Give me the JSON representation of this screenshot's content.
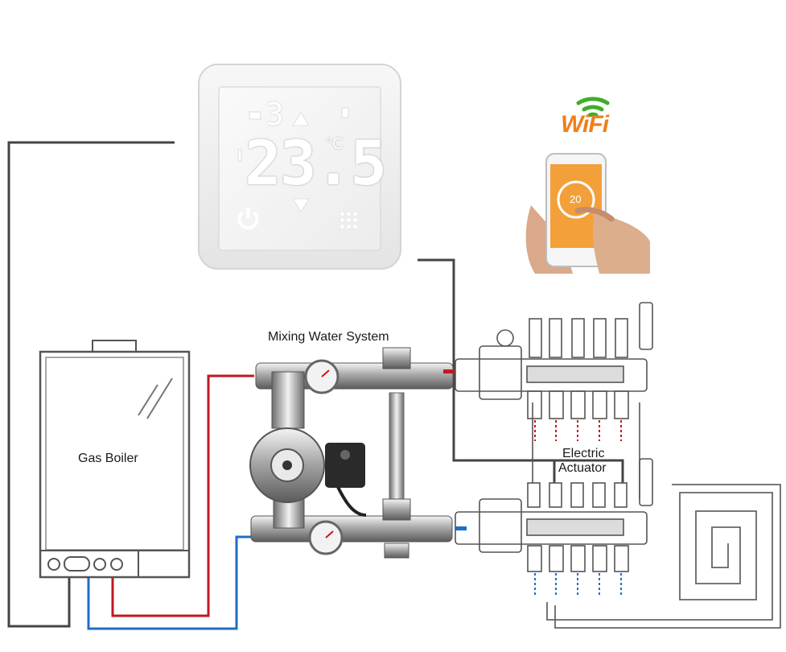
{
  "labels": {
    "mixing_system": "Mixing Water System",
    "boiler": "Gas Boiler",
    "actuator_line1": "Electric",
    "actuator_line2": "Actuator",
    "wifi": "WiFi"
  },
  "thermostat": {
    "temperature": "23.5",
    "unit": "°C",
    "program_number": "3"
  },
  "phone": {
    "temperature": "20"
  },
  "colors": {
    "supply_pipe": "#c0181f",
    "return_pipe": "#1d6fc7",
    "control_wire": "#444444",
    "wifi_orange": "#f07f1a",
    "wifi_green": "#3fae2a",
    "thermostat_display": "#ffffff",
    "phone_screen": "#f3a03a"
  }
}
